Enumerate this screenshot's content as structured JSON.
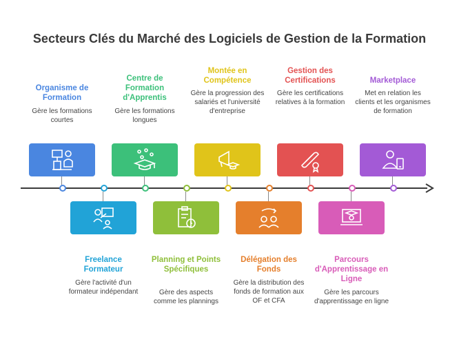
{
  "title": "Secteurs Clés du Marché des Logiciels de Gestion de la Formation",
  "items": [
    {
      "title": "Organisme de Formation",
      "desc": "Gère les formations courtes",
      "color": "#4a86e0",
      "icon": "trainer-board-icon"
    },
    {
      "title": "Freelance Formateur",
      "desc": "Gère l'activité d'un formateur indépendant",
      "color": "#21a3d7",
      "icon": "freelance-presenter-icon"
    },
    {
      "title": "Centre de Formation d'Apprentis",
      "desc": "Gère les formations longues",
      "color": "#3cc07a",
      "icon": "graduation-cap-icon"
    },
    {
      "title": "Planning et Points Spécifiques",
      "desc": "Gère des aspects comme les plannings",
      "color": "#8fbf3a",
      "icon": "clipboard-clock-icon"
    },
    {
      "title": "Montée en Compétence",
      "desc": "Gère la progression des salariés et l'université d'entreprise",
      "color": "#e0c41a",
      "icon": "megaphone-cap-icon"
    },
    {
      "title": "Délégation des Fonds",
      "desc": "Gère la distribution des fonds de formation aux OF et CFA",
      "color": "#e57f2c",
      "icon": "money-exchange-icon"
    },
    {
      "title": "Gestion des Certifications",
      "desc": "Gère les certifications relatives à la formation",
      "color": "#e35252",
      "icon": "diploma-icon"
    },
    {
      "title": "Parcours d'Apprentissage en Ligne",
      "desc": "Gère les parcours d'apprentissage en ligne",
      "color": "#d85cb8",
      "icon": "online-learning-icon"
    },
    {
      "title": "Marketplace",
      "desc": "Met en relation les clients et les organismes de formation",
      "color": "#a35ad6",
      "icon": "user-device-icon"
    }
  ]
}
